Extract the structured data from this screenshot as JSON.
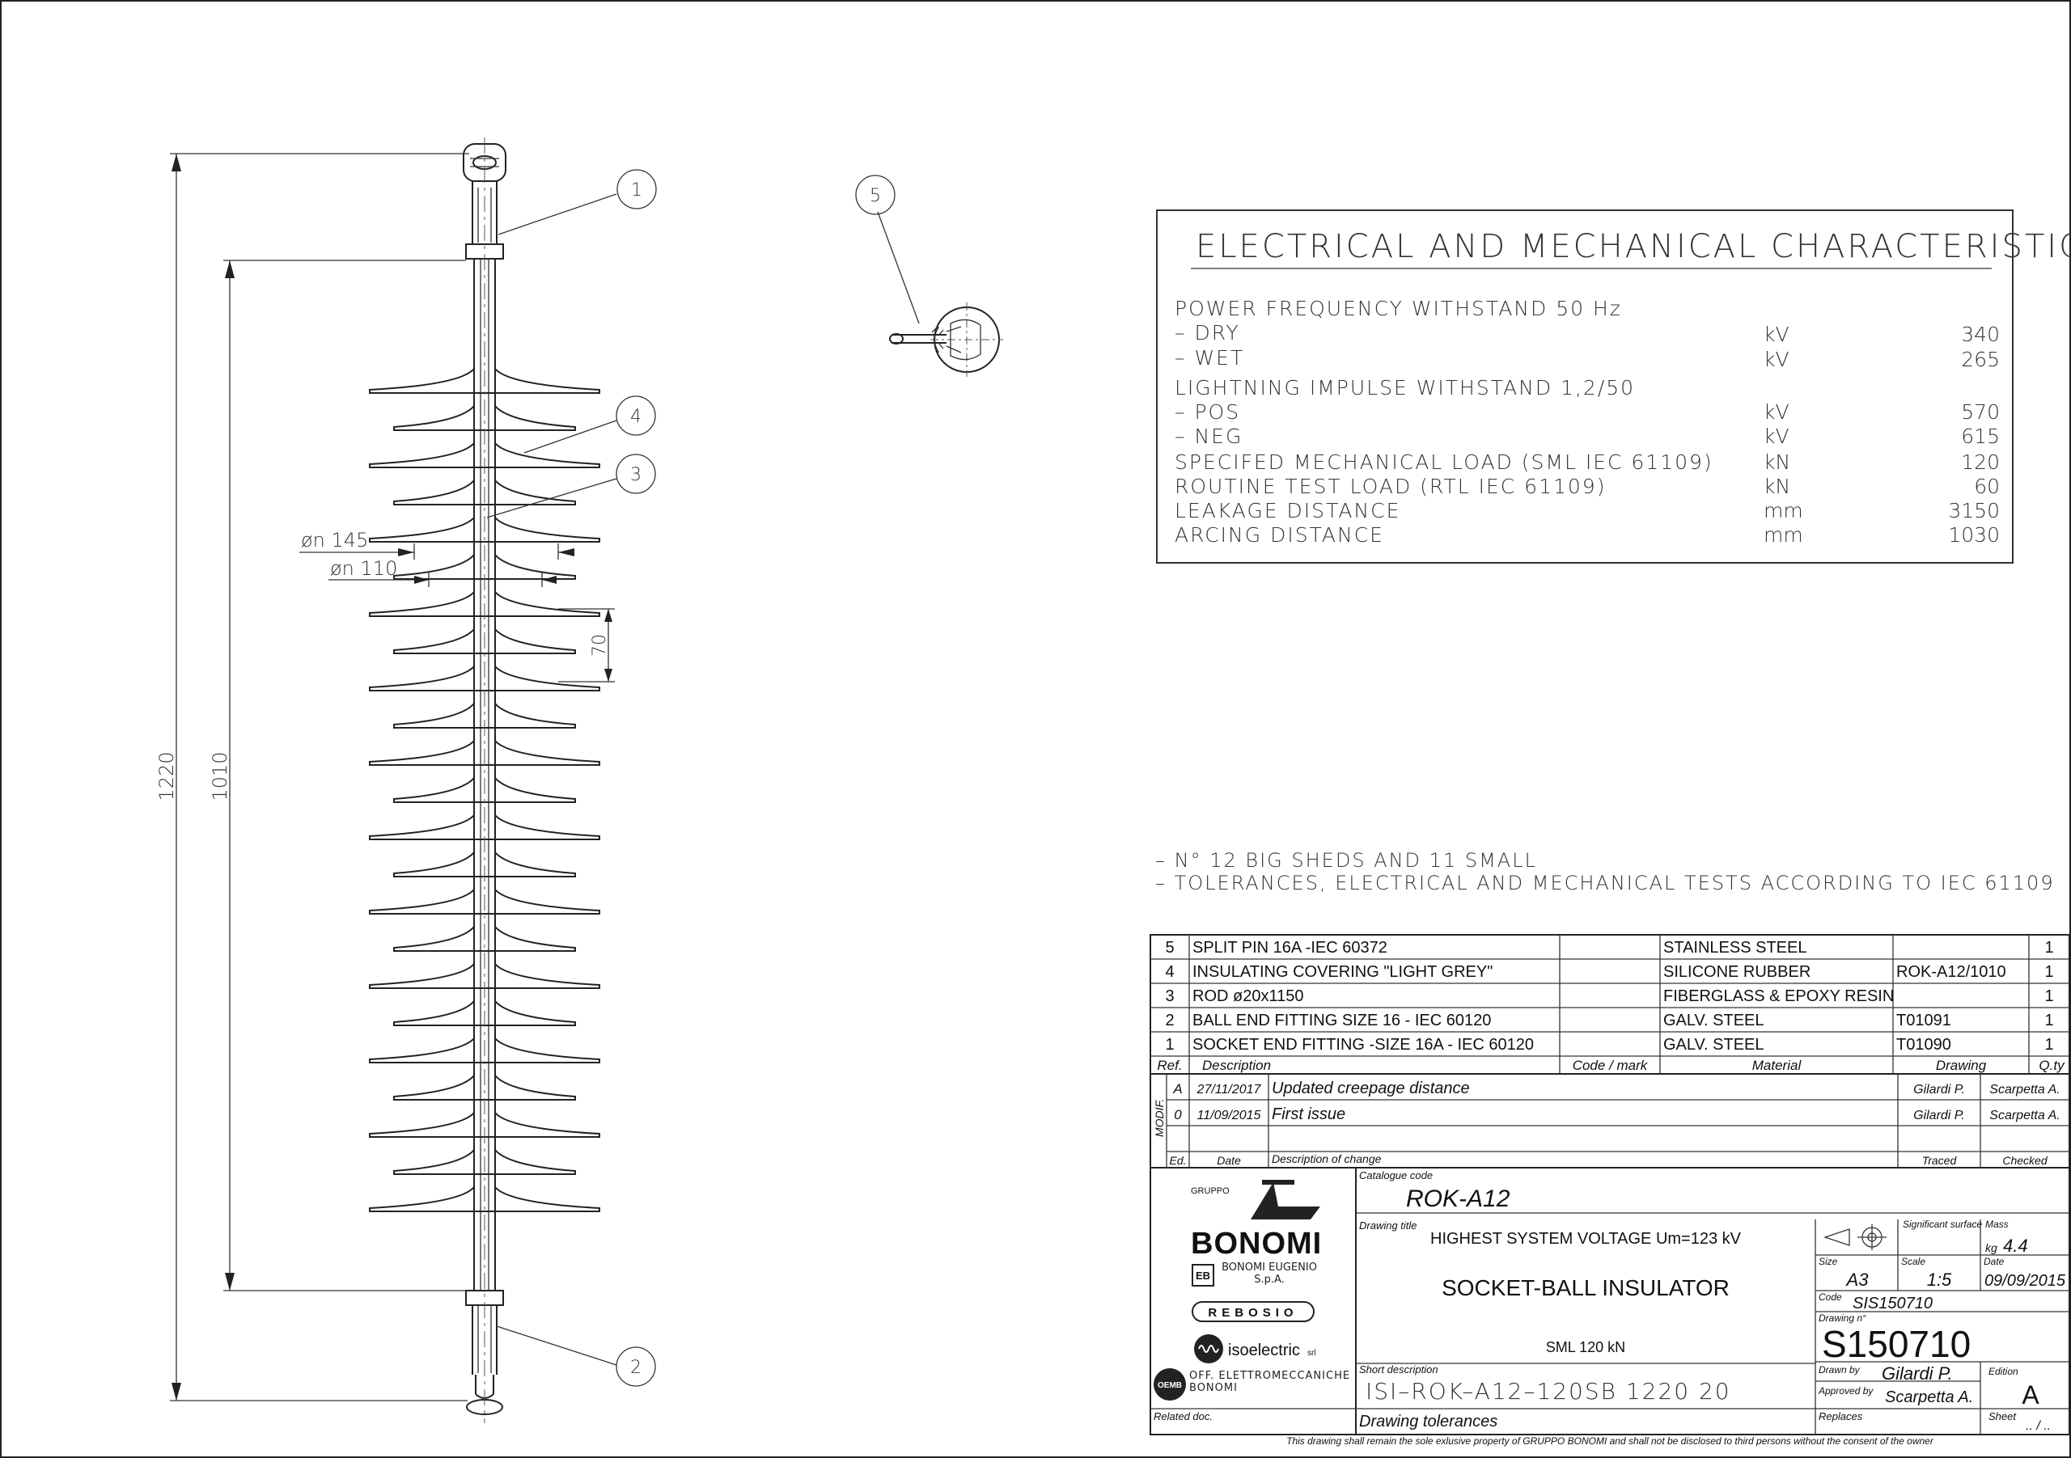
{
  "callouts": [
    "1",
    "2",
    "3",
    "4",
    "5"
  ],
  "dimensions": {
    "overall_length": "1220",
    "section_length": "1010",
    "big_shed_diameter": "øn 145",
    "small_shed_diameter": "øn 110",
    "shed_spacing": "70"
  },
  "characteristics": {
    "title": "ELECTRICAL AND MECHANICAL CHARACTERISTIC",
    "rows": [
      {
        "label": "POWER FREQUENCY WITHSTAND 50 Hz",
        "unit": "",
        "value": ""
      },
      {
        "label": "– DRY",
        "unit": "kV",
        "value": "340"
      },
      {
        "label": "– WET",
        "unit": "kV",
        "value": "265"
      },
      {
        "label": "LIGHTNING IMPULSE WITHSTAND 1,2/50",
        "unit": "",
        "value": ""
      },
      {
        "label": "– POS",
        "unit": "kV",
        "value": "570"
      },
      {
        "label": "– NEG",
        "unit": "kV",
        "value": "615"
      },
      {
        "label": "SPECIFED MECHANICAL LOAD (SML IEC 61109)",
        "unit": "kN",
        "value": "120"
      },
      {
        "label": "ROUTINE TEST LOAD (RTL IEC 61109)",
        "unit": "kN",
        "value": "60"
      },
      {
        "label": "LEAKAGE DISTANCE",
        "unit": "mm",
        "value": "3150"
      },
      {
        "label": "ARCING DISTANCE",
        "unit": "mm",
        "value": "1030"
      }
    ]
  },
  "notes": [
    "– N° 12 BIG SHEDS AND 11 SMALL",
    "– TOLERANCES, ELECTRICAL AND MECHANICAL TESTS ACCORDING TO IEC 61109"
  ],
  "parts": [
    {
      "ref": "5",
      "description": "SPLIT PIN 16A -IEC 60372",
      "code": "",
      "material": "STAINLESS STEEL",
      "drawing": "",
      "qty": "1"
    },
    {
      "ref": "4",
      "description": "INSULATING COVERING \"LIGHT GREY\"",
      "code": "",
      "material": "SILICONE RUBBER",
      "drawing": "ROK-A12/1010",
      "qty": "1"
    },
    {
      "ref": "3",
      "description": "ROD ø20x1150",
      "code": "",
      "material": "FIBERGLASS & EPOXY RESIN",
      "drawing": "",
      "qty": "1"
    },
    {
      "ref": "2",
      "description": "BALL END FITTING SIZE 16 - IEC 60120",
      "code": "",
      "material": "GALV. STEEL",
      "drawing": "T01091",
      "qty": "1"
    },
    {
      "ref": "1",
      "description": "SOCKET END FITTING -SIZE 16A - IEC 60120",
      "code": "",
      "material": "GALV. STEEL",
      "drawing": "T01090",
      "qty": "1"
    }
  ],
  "parts_header": {
    "ref": "Ref.",
    "description": "Description",
    "code": "Code / mark",
    "material": "Material",
    "drawing": "Drawing",
    "qty": "Q.ty"
  },
  "revisions": [
    {
      "ed": "A",
      "date": "27/11/2017",
      "desc": "Updated creepage distance",
      "traced": "Gilardi P.",
      "checked": "Scarpetta A."
    },
    {
      "ed": "0",
      "date": "11/09/2015",
      "desc": "First issue",
      "traced": "Gilardi P.",
      "checked": "Scarpetta A."
    }
  ],
  "revision_header": {
    "modif": "MODIF.",
    "ed": "Ed.",
    "date": "Date",
    "desc": "Description of change",
    "traced": "Traced",
    "checked": "Checked"
  },
  "title_block": {
    "group_label": "GRUPPO",
    "brand": "BONOMI",
    "company1": "BONOMI EUGENIO S.p.A.",
    "company1_mark": "EB",
    "company2": "REBOSIO",
    "company3": "isoelectric",
    "company3_suffix": "srl",
    "company4": "OFF. ELETTROMECCANICHE BONOMI",
    "company4_mark": "OEMB",
    "catalogue_label": "Catalogue code",
    "catalogue_code": "ROK-A12",
    "drawing_title_label": "Drawing title",
    "title_line1": "HIGHEST SYSTEM VOLTAGE Um=123 kV",
    "title_line2": "SOCKET-BALL INSULATOR",
    "title_line3": "SML 120 kN",
    "short_desc_label": "Short description",
    "short_desc": "ISI–ROK–A12–120SB 1220 20",
    "significant_label": "Significant surface",
    "mass_label": "Mass",
    "mass_unit": "kg",
    "mass_value": "4.4",
    "size_label": "Size",
    "size_value": "A3",
    "scale_label": "Scale",
    "scale_value": "1:5",
    "date_label": "Date",
    "date_value": "09/09/2015",
    "code_label": "Code",
    "code_value": "SIS150710",
    "drawing_no_label": "Drawing n°",
    "drawing_no": "S150710",
    "drawn_by_label": "Drawn by",
    "drawn_by": "Gilardi P.",
    "approved_by_label": "Approved by",
    "approved_by": "Scarpetta A.",
    "edition_label": "Edition",
    "edition": "A",
    "related_label": "Related doc.",
    "tolerances": "Drawing tolerances",
    "replaces_label": "Replaces",
    "sheet_label": "Sheet",
    "sheet_value": ".. / .."
  },
  "footer": "This drawing shall remain the sole exlusive property of GRUPPO BONOMI and shall not be disclosed to third persons without the consent of the owner"
}
